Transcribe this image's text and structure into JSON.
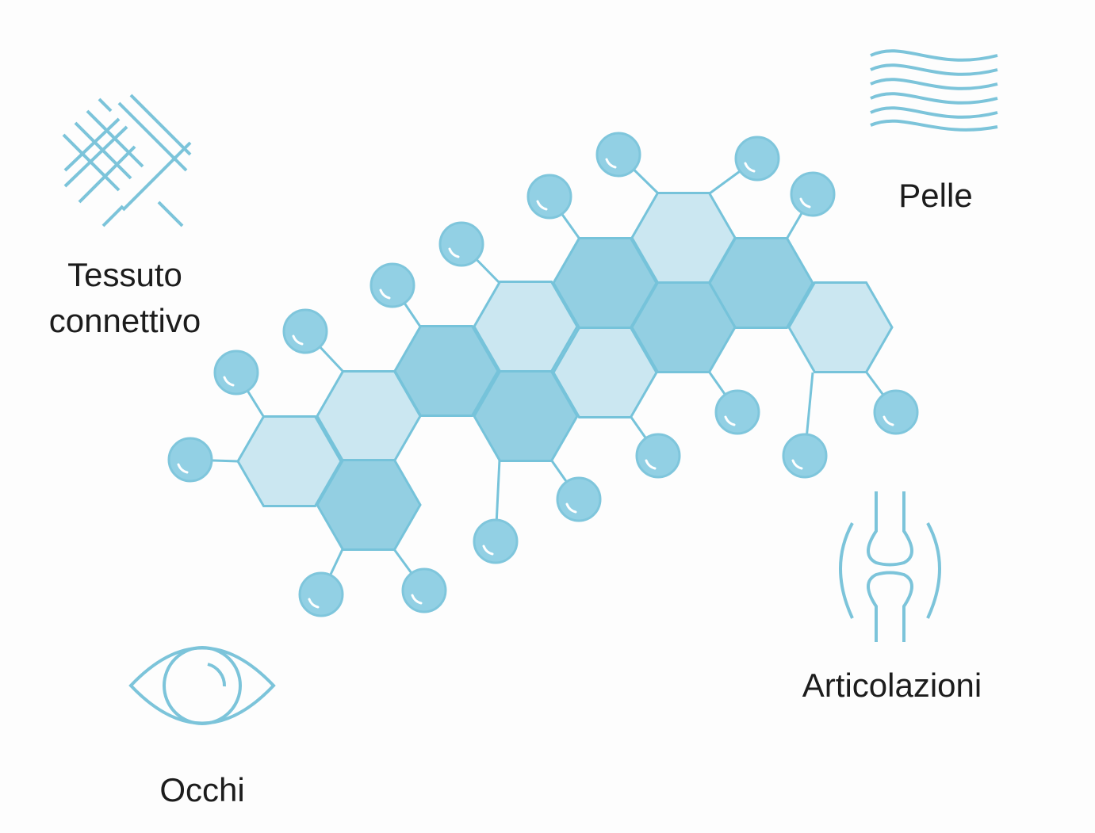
{
  "labels": {
    "connective": "Tessuto connettivo",
    "connective_line1": "Tessuto",
    "connective_line2": "connettivo",
    "skin": "Pelle",
    "eyes": "Occhi",
    "joints": "Articolazioni"
  },
  "colors": {
    "hex_dark": "#93cfe2",
    "hex_light": "#cbe7f1",
    "stroke": "#76c3da",
    "node": "#92d0e4",
    "icon": "#7cc4da"
  }
}
